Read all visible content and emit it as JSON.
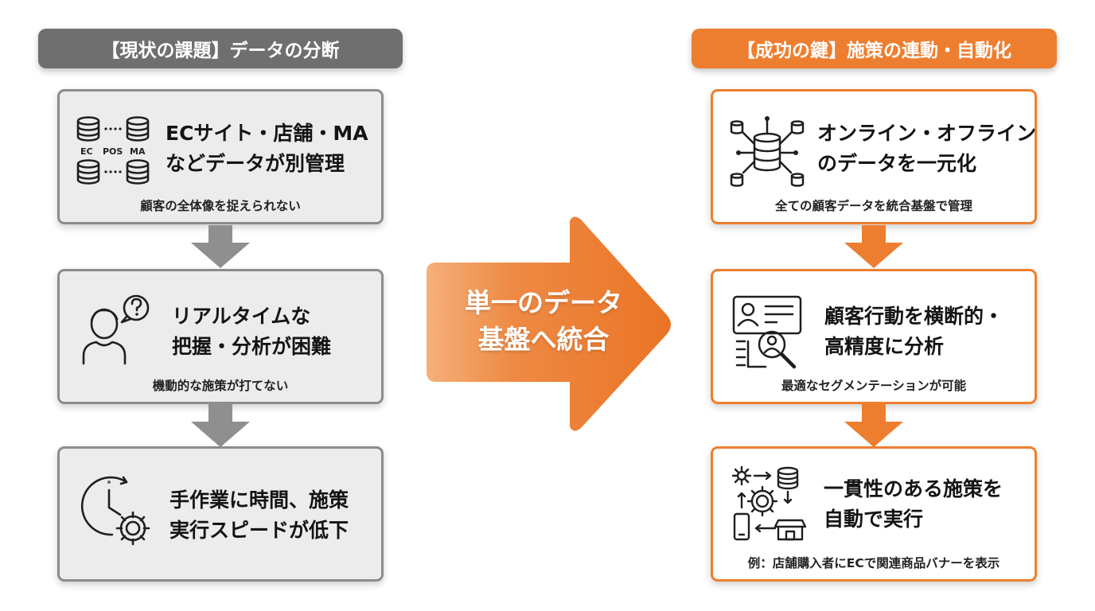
{
  "left": {
    "header": "【現状の課題】データの分断",
    "cards": [
      {
        "title_lines": [
          "ECサイト・店舗・MA",
          "などデータが別管理"
        ],
        "subtitle": "顧客の全体像を捉えられない",
        "icon": "database-silos-icon",
        "icon_labels": [
          "EC",
          "POS",
          "MA"
        ]
      },
      {
        "title_lines": [
          "リアルタイムな",
          "把握・分析が困難"
        ],
        "subtitle": "機動的な施策が打てない",
        "icon": "confused-person-icon"
      },
      {
        "title_lines": [
          "手作業に時間、施策",
          "実行スピードが低下"
        ],
        "subtitle": "",
        "icon": "clock-gear-icon"
      }
    ]
  },
  "center": {
    "arrow_lines": [
      "単一のデータ",
      "基盤へ統合"
    ]
  },
  "right": {
    "header": "【成功の鍵】施策の連動・自動化",
    "cards": [
      {
        "title_lines": [
          "オンライン・オフライン",
          "のデータを一元化"
        ],
        "subtitle": "全ての顧客データを統合基盤で管理",
        "icon": "central-database-network-icon"
      },
      {
        "title_lines": [
          "顧客行動を横断的・",
          "高精度に分析"
        ],
        "subtitle": "最適なセグメンテーションが可能",
        "icon": "profile-magnifier-icon"
      },
      {
        "title_lines": [
          "一貫性のある施策を",
          "自動で実行"
        ],
        "subtitle": "例：店舗購入者にECで関連商品バナーを表示",
        "icon": "automation-cycle-icon"
      }
    ]
  },
  "colors": {
    "gray_header": "#6f6f6f",
    "gray_card_bg": "#ececec",
    "gray_border": "#8c8c8c",
    "orange_accent": "#ee7e2f",
    "arrow_gray": "#8f8f8f"
  }
}
